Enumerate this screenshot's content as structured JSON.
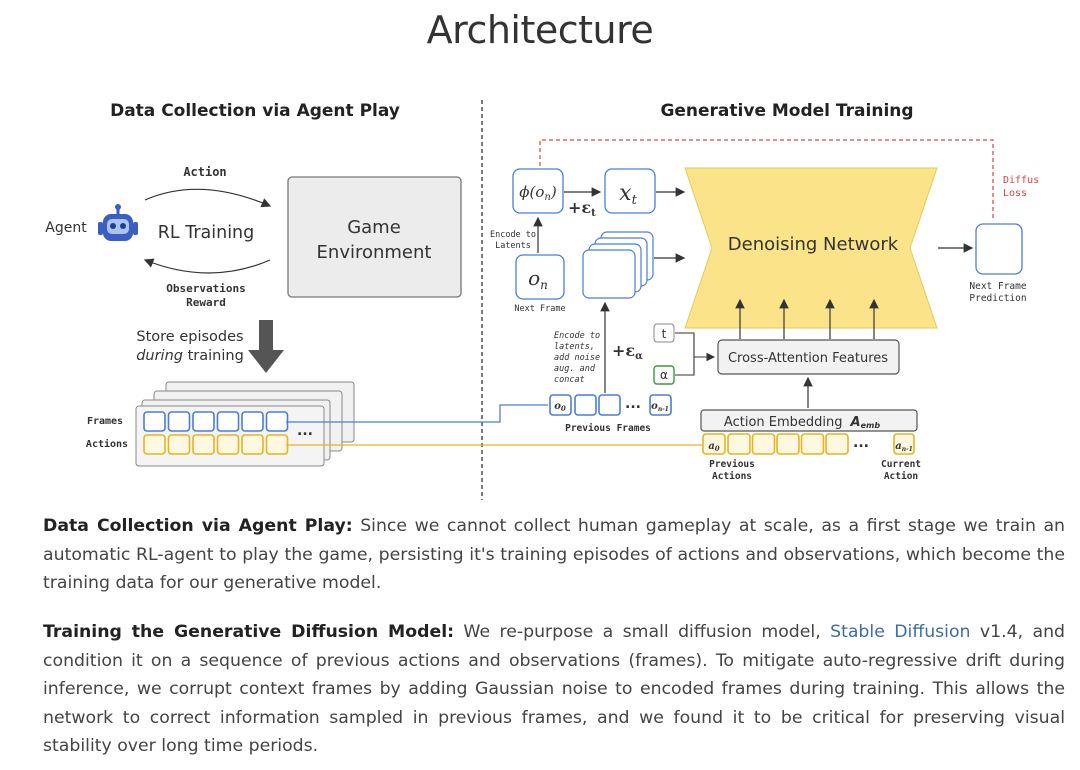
{
  "title": "Architecture",
  "diagram": {
    "left_title": "Data Collection via Agent Play",
    "right_title": "Generative Model Training",
    "action_label": "Action",
    "agent_label": "Agent",
    "rl_training": "RL Training",
    "game_env_line1": "Game",
    "game_env_line2": "Environment",
    "observations_label": "Observations",
    "reward_label": "Reward",
    "store_line1": "Store episodes",
    "store_line2_em": "during",
    "store_line2_rest": " training",
    "frames_label": "Frames",
    "actions_label": "Actions",
    "phi": "ϕ(o",
    "phi_sub": "n",
    "plus_eps_t": "+ε",
    "plus_eps_t_sub": "t",
    "xt": "x",
    "xt_sub": "t",
    "encode_to_latents": [
      "Encode to",
      "Latents"
    ],
    "on": "o",
    "on_sub": "n",
    "next_frame": "Next Frame",
    "encode_aug": [
      "Encode to",
      "latents,",
      "add noise",
      "aug. and",
      "concat"
    ],
    "plus_eps_a": "+ε",
    "plus_eps_a_sub": "α",
    "t_box": "t",
    "alpha_box": "α",
    "denoising": "Denoising Network",
    "diffusion_loss": [
      "Diffusion",
      "Loss"
    ],
    "next_frame_prediction": [
      "Next Frame",
      "Prediction"
    ],
    "cross_attention": "Cross-Attention Features",
    "action_embedding": "Action Embedding",
    "a_emb": "A",
    "a_emb_sub": "emb",
    "o0": "o",
    "o0_sub": "0",
    "on1": "o",
    "on1_sub": "n-1",
    "previous_frames": "Previous Frames",
    "a0": "a",
    "a0_sub": "0",
    "an1": "a",
    "an1_sub": "n-1",
    "previous_actions": [
      "Previous",
      "Actions"
    ],
    "current_action": [
      "Current",
      "Action"
    ],
    "dots": "..."
  },
  "para1": {
    "lead": "Data Collection via Agent Play:",
    "text": " Since we cannot collect human gameplay at scale, as a first stage we train an automatic RL-agent to play the game, persisting it's training episodes of actions and observations, which become the training data for our generative model."
  },
  "para2": {
    "lead": "Training the Generative Diffusion Model:",
    "text_a": " We re-purpose a small diffusion model, ",
    "link": "Stable Diffusion",
    "text_b": " v1.4, and condition it on a sequence of previous actions and observations (frames). To mitigate auto-regressive drift during inference, we corrupt context frames by adding Gaussian noise to encoded frames during training. This allows the network to correct information sampled in previous frames, and we found it to be critical for preserving visual stability over long time periods."
  },
  "colors": {
    "frame_blue": "#4a7fd6",
    "action_yellow": "#e6b422",
    "denoise_fill": "#fbe38a",
    "diffusion_red": "#e04040",
    "box_gray": "#ececec"
  }
}
